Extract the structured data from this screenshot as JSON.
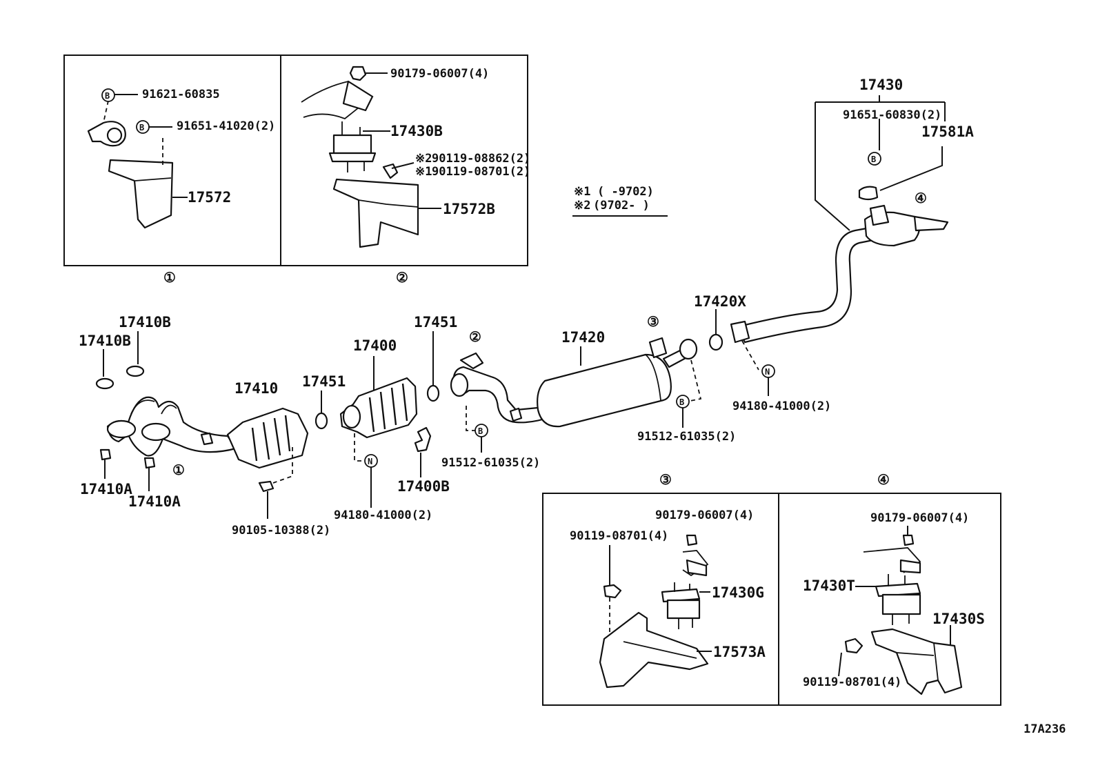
{
  "inset_boxes": [
    {
      "number": "①",
      "labels": {
        "bolt": "91621-60835",
        "bolt2": "91651-41020(2)",
        "bracket": "17572"
      }
    },
    {
      "number": "②",
      "labels": {
        "nut": "90179-06007(4)",
        "mount": "17430B",
        "bolt_a_mark": "※2",
        "bolt_a": "90119-08862(2)",
        "bolt_b_mark": "※1",
        "bolt_b": "90119-08701(2)",
        "bracket": "17572B"
      }
    },
    {
      "number": "③",
      "labels": {
        "nut": "90179-06007(4)",
        "bolt": "90119-08701(4)",
        "mount": "17430G",
        "bracket": "17573A"
      }
    },
    {
      "number": "④",
      "labels": {
        "nut": "90179-06007(4)",
        "mount": "17430T",
        "bracket": "17430S",
        "bolt": "90119-08701(4)"
      }
    }
  ],
  "legend": {
    "line1_mark": "※1",
    "line1_text": "(     -9702)",
    "line2_mark": "※2",
    "line2_text": "(9702-     )"
  },
  "main_labels": {
    "gasket_b_upper": "17410B",
    "gasket_b_lower": "17410B",
    "nut_a_left": "17410A",
    "nut_a_right": "17410A",
    "exhaust_pipe": "17410",
    "bolt_front": "90105-10388(2)",
    "gasket_1": "17451",
    "converter": "17400",
    "nut_n_front": "94180-41000(2)",
    "gasket_2": "17451",
    "clip": "17400B",
    "bolt_b_center": "91512-61035(2)",
    "center_pipe": "17420",
    "bolt_b_right": "91512-61035(2)",
    "gasket_x": "17420X",
    "nut_n_rear": "94180-41000(2)",
    "tail_pipe": "17430",
    "tail_bolt": "91651-60830(2)",
    "tail_ring": "17581A"
  },
  "callouts": {
    "c1": "①",
    "c2": "②",
    "c3": "③",
    "c4": "④"
  },
  "tags": {
    "b": "B",
    "n": "N"
  },
  "figure_code": "17A236"
}
